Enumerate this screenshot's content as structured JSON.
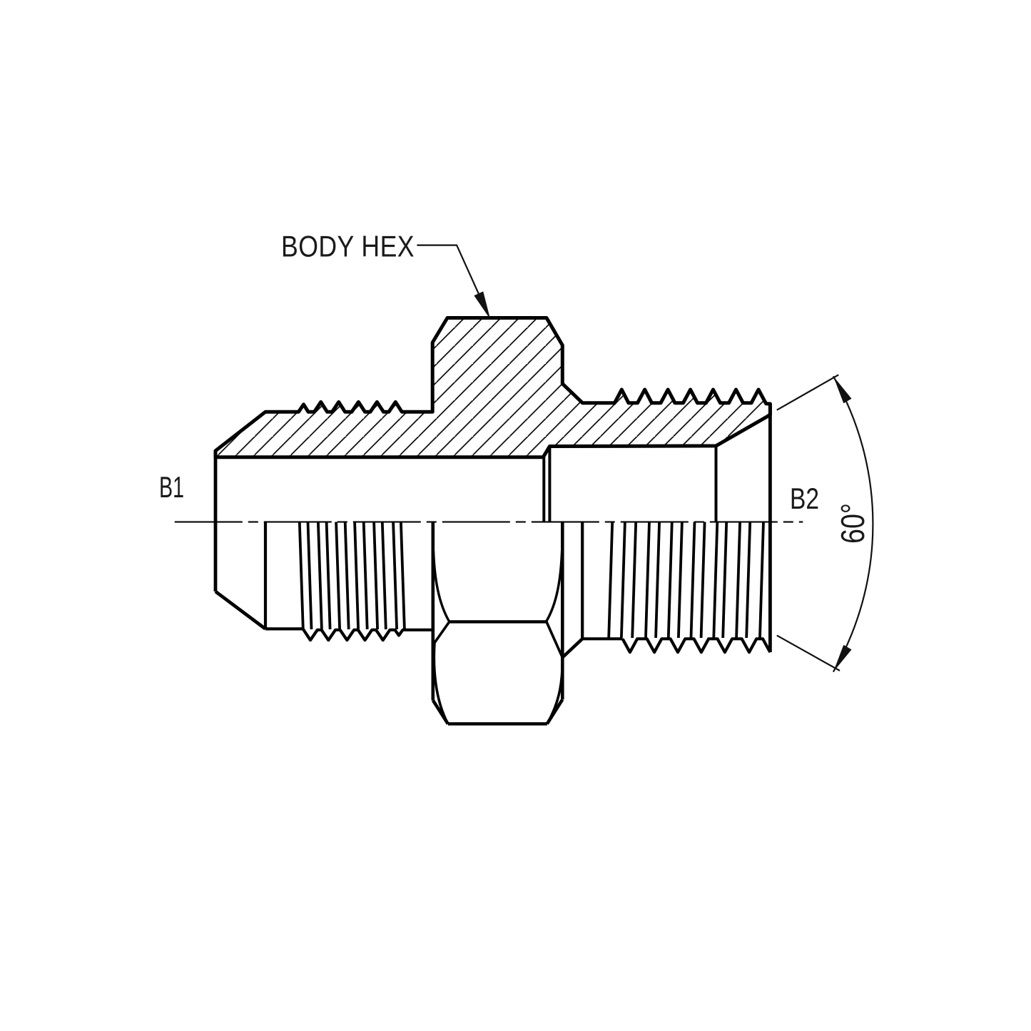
{
  "drawing": {
    "type": "technical-drawing",
    "description": "Half-section side view of a male-to-male hydraulic adapter fitting with hex body",
    "background_color": "#ffffff",
    "line_color": "#000000",
    "labels": {
      "callout": "BODY HEX",
      "port_left": "B1",
      "port_right": "B2",
      "seat_angle": "60°"
    }
  }
}
